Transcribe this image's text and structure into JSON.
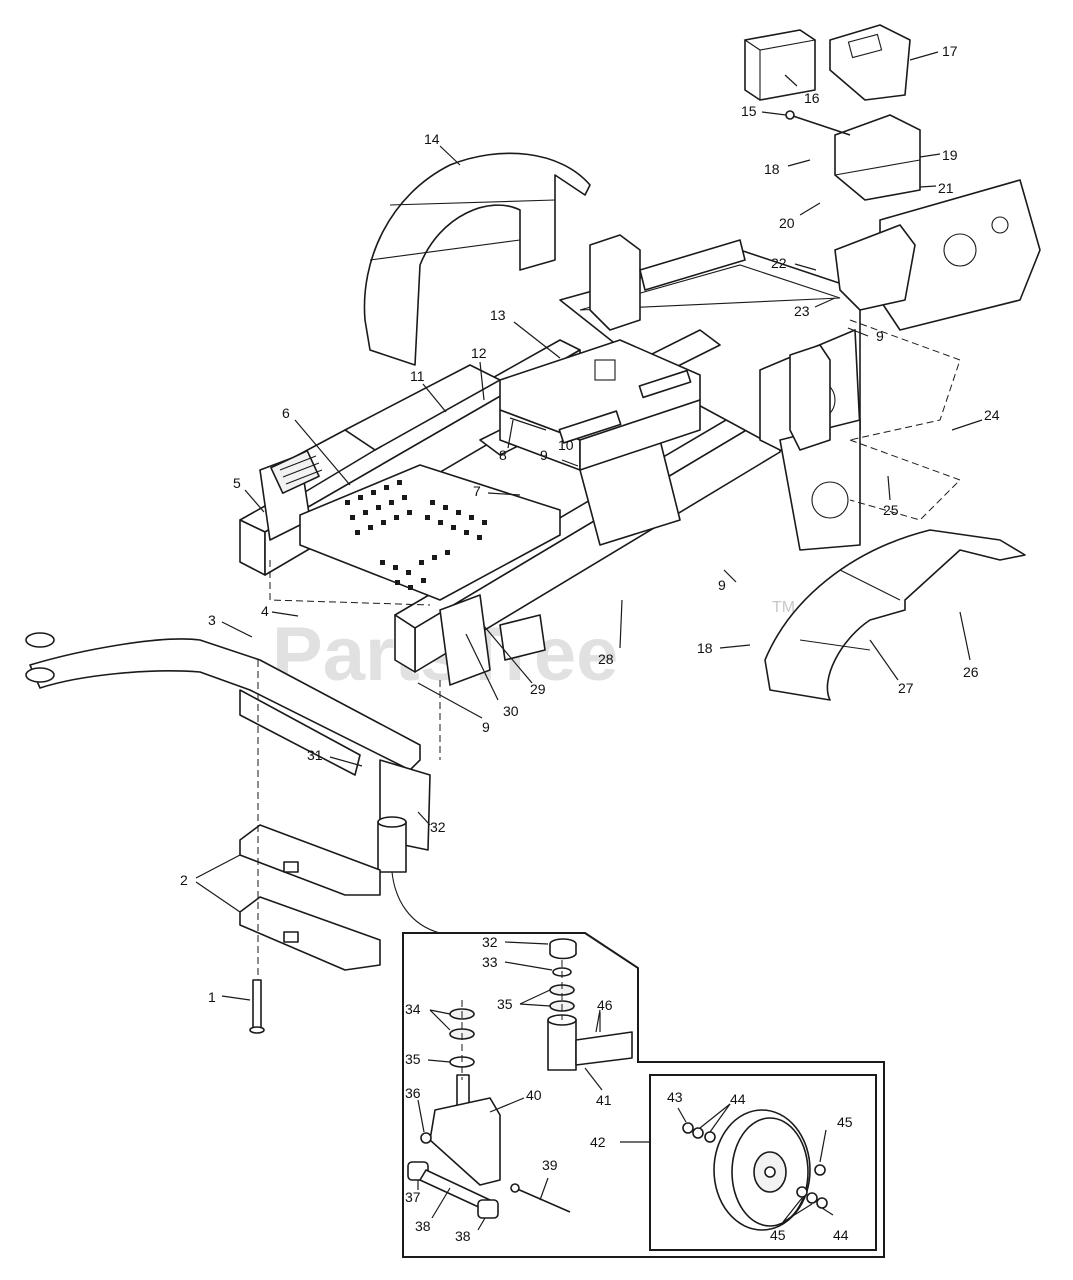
{
  "diagram": {
    "watermark": "PartsTree",
    "watermark_tm": "TM",
    "callouts": [
      {
        "id": "c-1",
        "text": "1"
      },
      {
        "id": "c-2",
        "text": "2"
      },
      {
        "id": "c-3",
        "text": "3"
      },
      {
        "id": "c-4",
        "text": "4"
      },
      {
        "id": "c-5",
        "text": "5"
      },
      {
        "id": "c-6",
        "text": "6"
      },
      {
        "id": "c-7",
        "text": "7"
      },
      {
        "id": "c-8",
        "text": "8"
      },
      {
        "id": "c-9a",
        "text": "9"
      },
      {
        "id": "c-9b",
        "text": "9"
      },
      {
        "id": "c-9c",
        "text": "9"
      },
      {
        "id": "c-9d",
        "text": "9"
      },
      {
        "id": "c-10",
        "text": "10"
      },
      {
        "id": "c-11",
        "text": "11"
      },
      {
        "id": "c-12",
        "text": "12"
      },
      {
        "id": "c-13",
        "text": "13"
      },
      {
        "id": "c-14",
        "text": "14"
      },
      {
        "id": "c-15",
        "text": "15"
      },
      {
        "id": "c-16",
        "text": "16"
      },
      {
        "id": "c-17",
        "text": "17"
      },
      {
        "id": "c-18a",
        "text": "18"
      },
      {
        "id": "c-18b",
        "text": "18"
      },
      {
        "id": "c-19",
        "text": "19"
      },
      {
        "id": "c-20",
        "text": "20"
      },
      {
        "id": "c-21",
        "text": "21"
      },
      {
        "id": "c-22",
        "text": "22"
      },
      {
        "id": "c-23",
        "text": "23"
      },
      {
        "id": "c-24",
        "text": "24"
      },
      {
        "id": "c-25",
        "text": "25"
      },
      {
        "id": "c-26",
        "text": "26"
      },
      {
        "id": "c-27",
        "text": "27"
      },
      {
        "id": "c-28",
        "text": "28"
      },
      {
        "id": "c-29",
        "text": "29"
      },
      {
        "id": "c-30",
        "text": "30"
      },
      {
        "id": "c-31",
        "text": "31"
      },
      {
        "id": "c-32a",
        "text": "32"
      },
      {
        "id": "c-32b",
        "text": "32"
      },
      {
        "id": "c-33",
        "text": "33"
      },
      {
        "id": "c-34",
        "text": "34"
      },
      {
        "id": "c-35a",
        "text": "35"
      },
      {
        "id": "c-35b",
        "text": "35"
      },
      {
        "id": "c-36",
        "text": "36"
      },
      {
        "id": "c-37",
        "text": "37"
      },
      {
        "id": "c-38a",
        "text": "38"
      },
      {
        "id": "c-38b",
        "text": "38"
      },
      {
        "id": "c-39",
        "text": "39"
      },
      {
        "id": "c-40",
        "text": "40"
      },
      {
        "id": "c-41",
        "text": "41"
      },
      {
        "id": "c-42",
        "text": "42"
      },
      {
        "id": "c-43",
        "text": "43"
      },
      {
        "id": "c-44a",
        "text": "44"
      },
      {
        "id": "c-44b",
        "text": "44"
      },
      {
        "id": "c-45a",
        "text": "45"
      },
      {
        "id": "c-45b",
        "text": "45"
      },
      {
        "id": "c-46",
        "text": "46"
      }
    ]
  }
}
